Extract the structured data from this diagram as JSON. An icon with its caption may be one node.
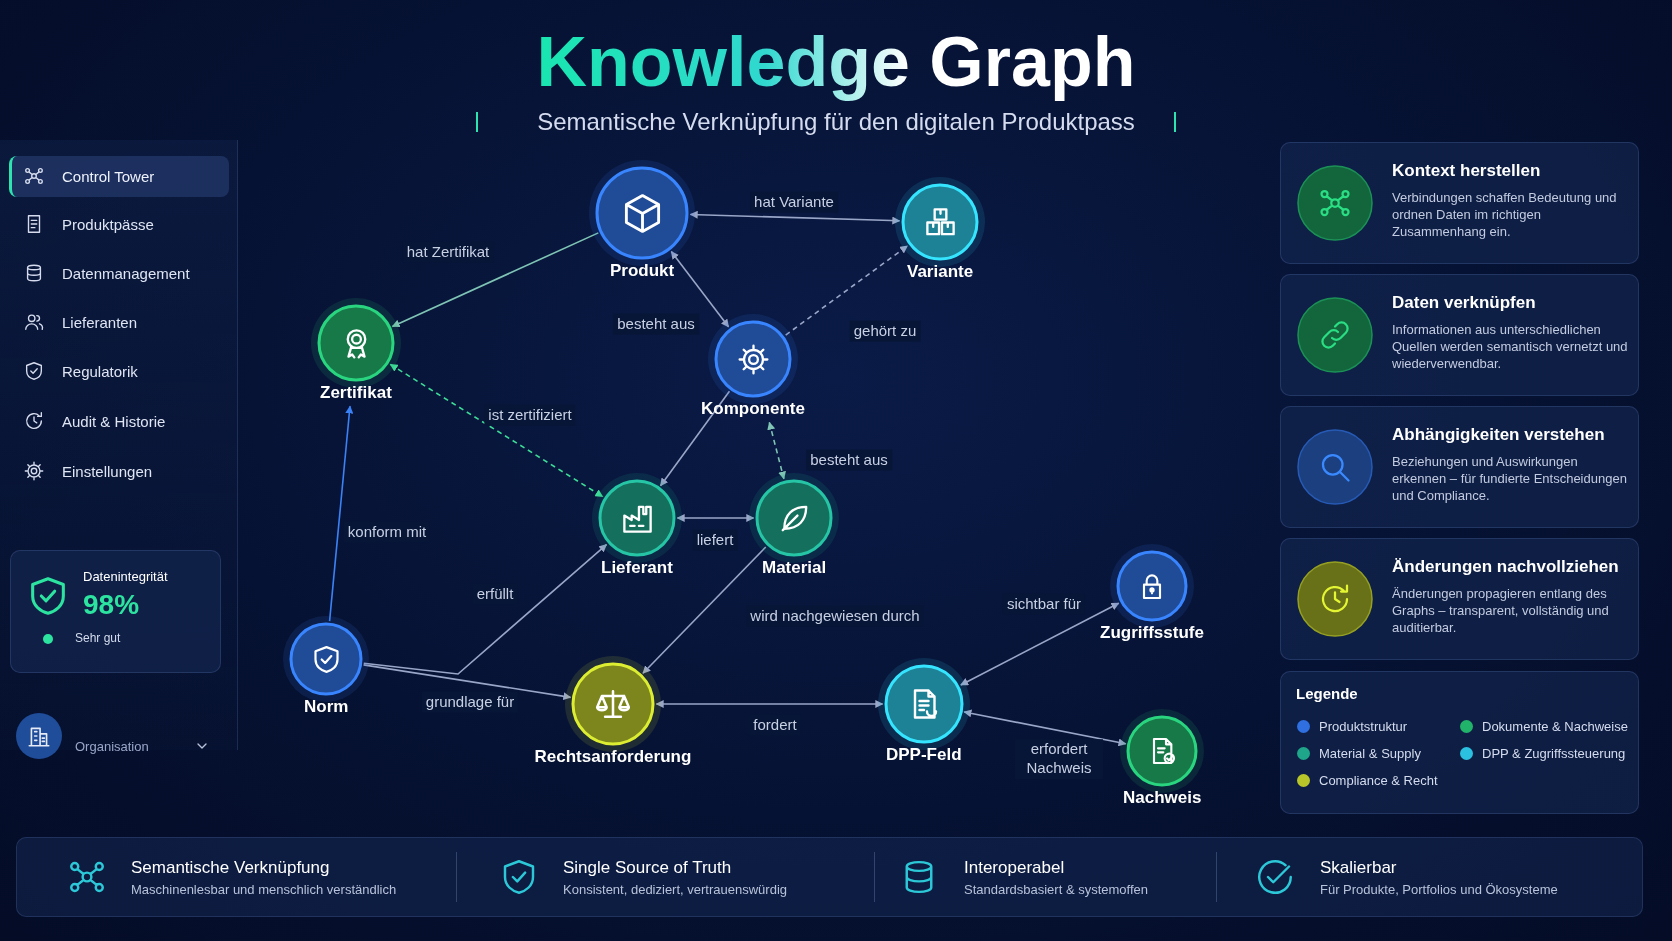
{
  "diagram": {
    "title": "Knowledge Graph",
    "nodes": [
      {
        "text": [
          "Produkt"
        ]
      },
      {
        "text": [
          "Variante"
        ]
      },
      {
        "text": [
          "Zertifikat"
        ]
      },
      {
        "text": [
          "Komponente"
        ]
      },
      {
        "text": [
          "Lieferant"
        ]
      },
      {
        "text": [
          "Material"
        ]
      },
      {
        "text": [
          "Zugriffsstufe"
        ]
      },
      {
        "text": [
          "Norm"
        ]
      },
      {
        "text": [
          "Rechtsanforderung"
        ]
      },
      {
        "text": [
          "DPP-Feld"
        ]
      },
      {
        "text": [
          "Nachweis"
        ]
      },
      {
        "text": [
          "Kontext herstellen",
          "Verbindungen schaffen Bedeutung und ordnen Daten im richtigen Zusammenhang ein."
        ]
      },
      {
        "text": [
          "Daten verknüpfen",
          "Informationen aus unterschiedlichen Quellen werden semantisch vernetzt und wiederverwendbar."
        ]
      },
      {
        "text": [
          "Abhängigkeiten verstehen",
          "Beziehungen und Auswirkungen erkennen – für fundierte Entscheidungen und Compliance."
        ]
      },
      {
        "text": [
          "Änderungen nachvollziehen",
          "Änderungen propagieren entlang des Graphs – transparent, vollständig und auditierbar."
        ]
      },
      {
        "text": [
          "Datenintegrität",
          "98%",
          "Sehr gut"
        ]
      }
    ],
    "edges": [
      {
        "from": 0,
        "to": 2,
        "arrow": "to",
        "label": "hat Zertifikat",
        "color": "#7fc4b4"
      },
      {
        "from": 0,
        "to": 1,
        "arrow": "both",
        "label": "hat Variante"
      },
      {
        "from": 0,
        "to": 3,
        "arrow": "both",
        "label": "besteht aus"
      },
      {
        "from": 3,
        "to": 1,
        "arrow": "to",
        "label": "gehört zu",
        "style": "dashed"
      },
      {
        "from": 2,
        "to": 4,
        "arrow": "both",
        "label": "ist zertifiziert",
        "style": "dashed",
        "color": "#3ddc97"
      },
      {
        "from": 3,
        "to": 4,
        "arrow": "to"
      },
      {
        "from": 3,
        "to": 5,
        "arrow": "both",
        "label": "besteht aus",
        "style": "dashed",
        "color": "#7fc4b4"
      },
      {
        "from": 4,
        "to": 5,
        "arrow": "both",
        "label": "liefert"
      },
      {
        "from": 7,
        "to": 2,
        "arrow": "to",
        "label": "konform mit",
        "color": "#3b82f6"
      },
      {
        "from": 7,
        "to": 8,
        "arrow": "to",
        "label": "grundlage für"
      },
      {
        "from": 7,
        "to": 4,
        "arrow": "to",
        "label": "erfüllt"
      },
      {
        "from": 5,
        "to": 8,
        "arrow": "to",
        "label": "wird nachgewiesen durch"
      },
      {
        "from": 8,
        "to": 9,
        "arrow": "both",
        "label": "fordert"
      },
      {
        "from": 9,
        "to": 6,
        "arrow": "both",
        "label": "sichtbar für"
      },
      {
        "from": 9,
        "to": 10,
        "arrow": "both",
        "label": "erfordert Nachweis"
      }
    ],
    "labels": [
      "Semantische Verknüpfung für den digitalen Produktpass",
      "Control Tower",
      "Produktpässe",
      "Datenmanagement",
      "Lieferanten",
      "Regulatorik",
      "Audit & Historie",
      "Einstellungen",
      "Organisation",
      "Legende",
      "Semantische Verknüpfung",
      "Maschinenlesbar und menschlich verständlich",
      "Single Source of Truth",
      "Konsistent, dediziert, vertrauenswürdig",
      "Interoperabel",
      "Standardsbasiert & systemoffen",
      "Skalierbar",
      "Für Produkte, Portfolios und Ökosysteme"
    ],
    "legend": [
      {
        "text": "Produktstruktur",
        "color": "#2f6fe0"
      },
      {
        "text": "Dokumente & Nachweise",
        "color": "#22b36a"
      },
      {
        "text": "Material & Supply",
        "color": "#1fa58a"
      },
      {
        "text": "DPP & Zugriffssteuerung",
        "color": "#2cc0e0"
      },
      {
        "text": "Compliance & Recht",
        "color": "#b8c62a"
      }
    ]
  }
}
